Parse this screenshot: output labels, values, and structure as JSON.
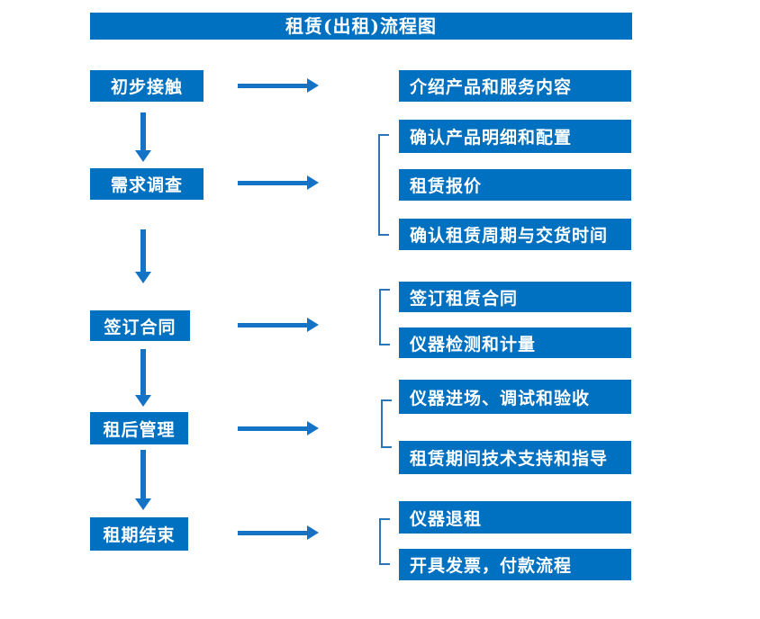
{
  "flow": {
    "title": "租赁(出租)流程图",
    "stages": [
      {
        "step": "初步接触",
        "details": [
          "介绍产品和服务内容"
        ]
      },
      {
        "step": "需求调查",
        "details": [
          "确认产品明细和配置",
          "租赁报价",
          "确认租赁周期与交货时间"
        ]
      },
      {
        "step": "签订合同",
        "details": [
          "签订租赁合同",
          "仪器检测和计量"
        ]
      },
      {
        "step": "租后管理",
        "details": [
          "仪器进场、调试和验收",
          "租赁期间技术支持和指导"
        ]
      },
      {
        "step": "租期结束",
        "details": [
          "仪器退租",
          "开具发票，付款流程"
        ]
      }
    ]
  },
  "colors": {
    "box_blue": "#0070C0",
    "arrow_blue": "#1573C6",
    "bracket_blue": "#2E75B6",
    "text_white": "#FFFFFF"
  }
}
